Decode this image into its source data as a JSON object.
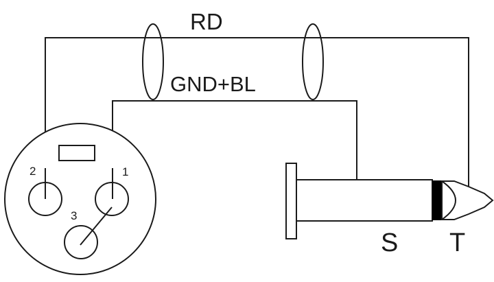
{
  "wires": {
    "top_label": "RD",
    "middle_label": "GND+BL"
  },
  "xlr": {
    "pin2_label": "2",
    "pin1_label": "1",
    "pin3_label": "3"
  },
  "jack": {
    "sleeve_label": "S",
    "tip_label": "T"
  },
  "colors": {
    "line": "#1a1a1a",
    "background": "#ffffff",
    "band": "#000000"
  }
}
